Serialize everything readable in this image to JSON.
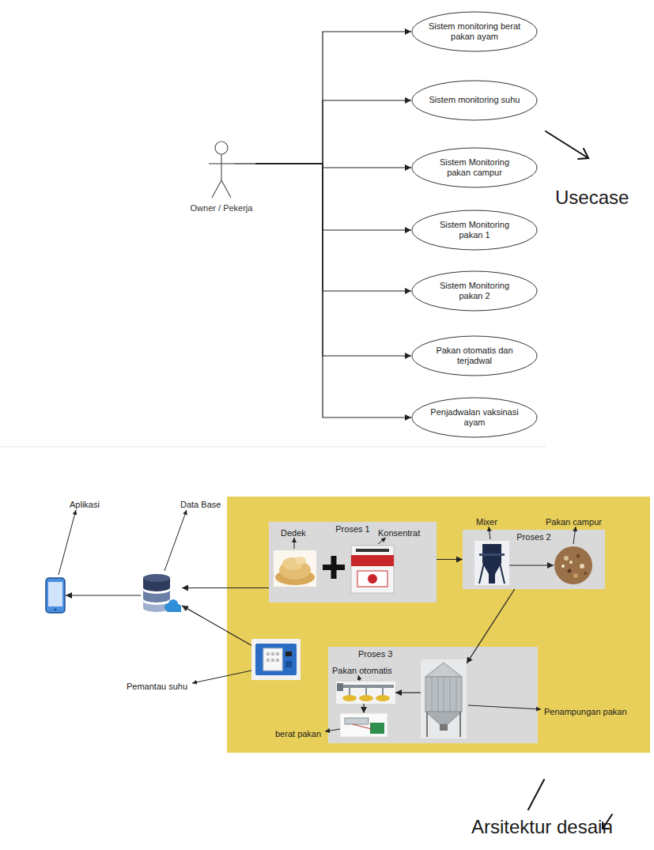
{
  "diagram": {
    "nodes": [
      {
        "text": [
          "Owner / Pekerja"
        ]
      },
      {
        "text": [
          "Sistem monitoring berat pakan ayam"
        ]
      },
      {
        "text": [
          "Sistem monitoring suhu"
        ]
      },
      {
        "text": [
          "Sistem Monitoring pakan campur"
        ]
      },
      {
        "text": [
          "Sistem Monitoring pakan 1"
        ]
      },
      {
        "text": [
          "Sistem Monitoring pakan 2"
        ]
      },
      {
        "text": [
          "Pakan otomatis dan terjadwal"
        ]
      },
      {
        "text": [
          "Penjadwalan vaksinasi ayam"
        ]
      },
      {
        "text": [
          "Aplikasi"
        ]
      },
      {
        "text": [
          "Data Base"
        ]
      },
      {
        "text": [
          "Proses 1"
        ]
      },
      {
        "text": [
          "Dedek"
        ],
        "in": 10
      },
      {
        "text": [
          "Konsentrat"
        ],
        "in": 10
      },
      {
        "text": [
          "Proses 2"
        ]
      },
      {
        "text": [
          "Mixer"
        ],
        "in": 13
      },
      {
        "text": [
          "Pakan campur"
        ],
        "in": 13
      },
      {
        "text": [
          "Proses 3"
        ]
      },
      {
        "text": [
          "Pakan otomatis"
        ],
        "in": 16
      },
      {
        "text": [
          "Penampungan pakan"
        ],
        "in": 16
      },
      {
        "text": [
          "berat pakan"
        ],
        "in": 16
      },
      {
        "text": [
          "Pemantau suhu"
        ]
      }
    ],
    "edges": [
      {
        "from": 0,
        "to": 1,
        "arrow": "to"
      },
      {
        "from": 0,
        "to": 2,
        "arrow": "to"
      },
      {
        "from": 0,
        "to": 3,
        "arrow": "to"
      },
      {
        "from": 0,
        "to": 4,
        "arrow": "to"
      },
      {
        "from": 0,
        "to": 5,
        "arrow": "to"
      },
      {
        "from": 0,
        "to": 6,
        "arrow": "to"
      },
      {
        "from": 0,
        "to": 7,
        "arrow": "to"
      },
      {
        "from": 10,
        "to": 13,
        "arrow": "to"
      },
      {
        "from": 14,
        "to": 15,
        "arrow": "to"
      },
      {
        "from": 13,
        "to": 18,
        "arrow": "to"
      },
      {
        "from": 18,
        "to": 17,
        "arrow": "to"
      },
      {
        "from": 17,
        "to": 19,
        "arrow": "to"
      },
      {
        "from": 10,
        "to": 9,
        "arrow": "to"
      },
      {
        "from": 9,
        "to": 8,
        "arrow": "to"
      },
      {
        "from": 20,
        "to": 9,
        "arrow": "to"
      }
    ],
    "labels": [
      "Usecase",
      "Arsitektur desain"
    ]
  }
}
